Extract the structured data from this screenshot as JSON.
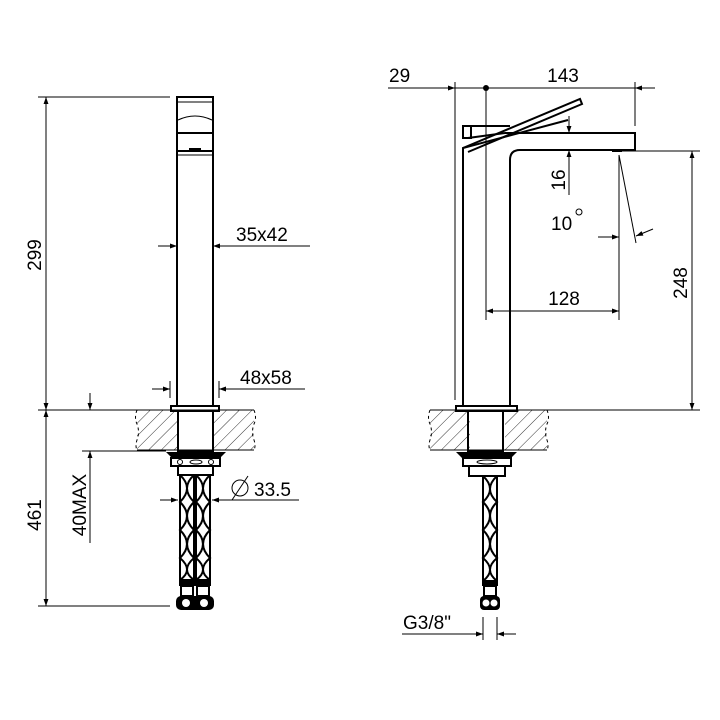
{
  "drawing": {
    "type": "faucet technical dimension drawing",
    "views": [
      "front-view",
      "side-view"
    ]
  },
  "front_view": {
    "dimensions": {
      "total_height_above_deck": "299",
      "total_height_below_deck": "461",
      "deck_thickness_max": "40MAX",
      "body_section": "35x42",
      "base_section": "48x58",
      "shank_diameter_symbol": "∅",
      "shank_diameter": "33.5"
    }
  },
  "side_view": {
    "dimensions": {
      "handle_offset": "29",
      "spout_reach_total": "143",
      "spout_thickness": "16",
      "spout_angle": "10",
      "angle_unit": "°",
      "spout_reach_axis": "128",
      "spout_height": "248",
      "connection_thread": "G3/8\""
    }
  },
  "colors": {
    "line": "#000000",
    "background": "#ffffff"
  }
}
